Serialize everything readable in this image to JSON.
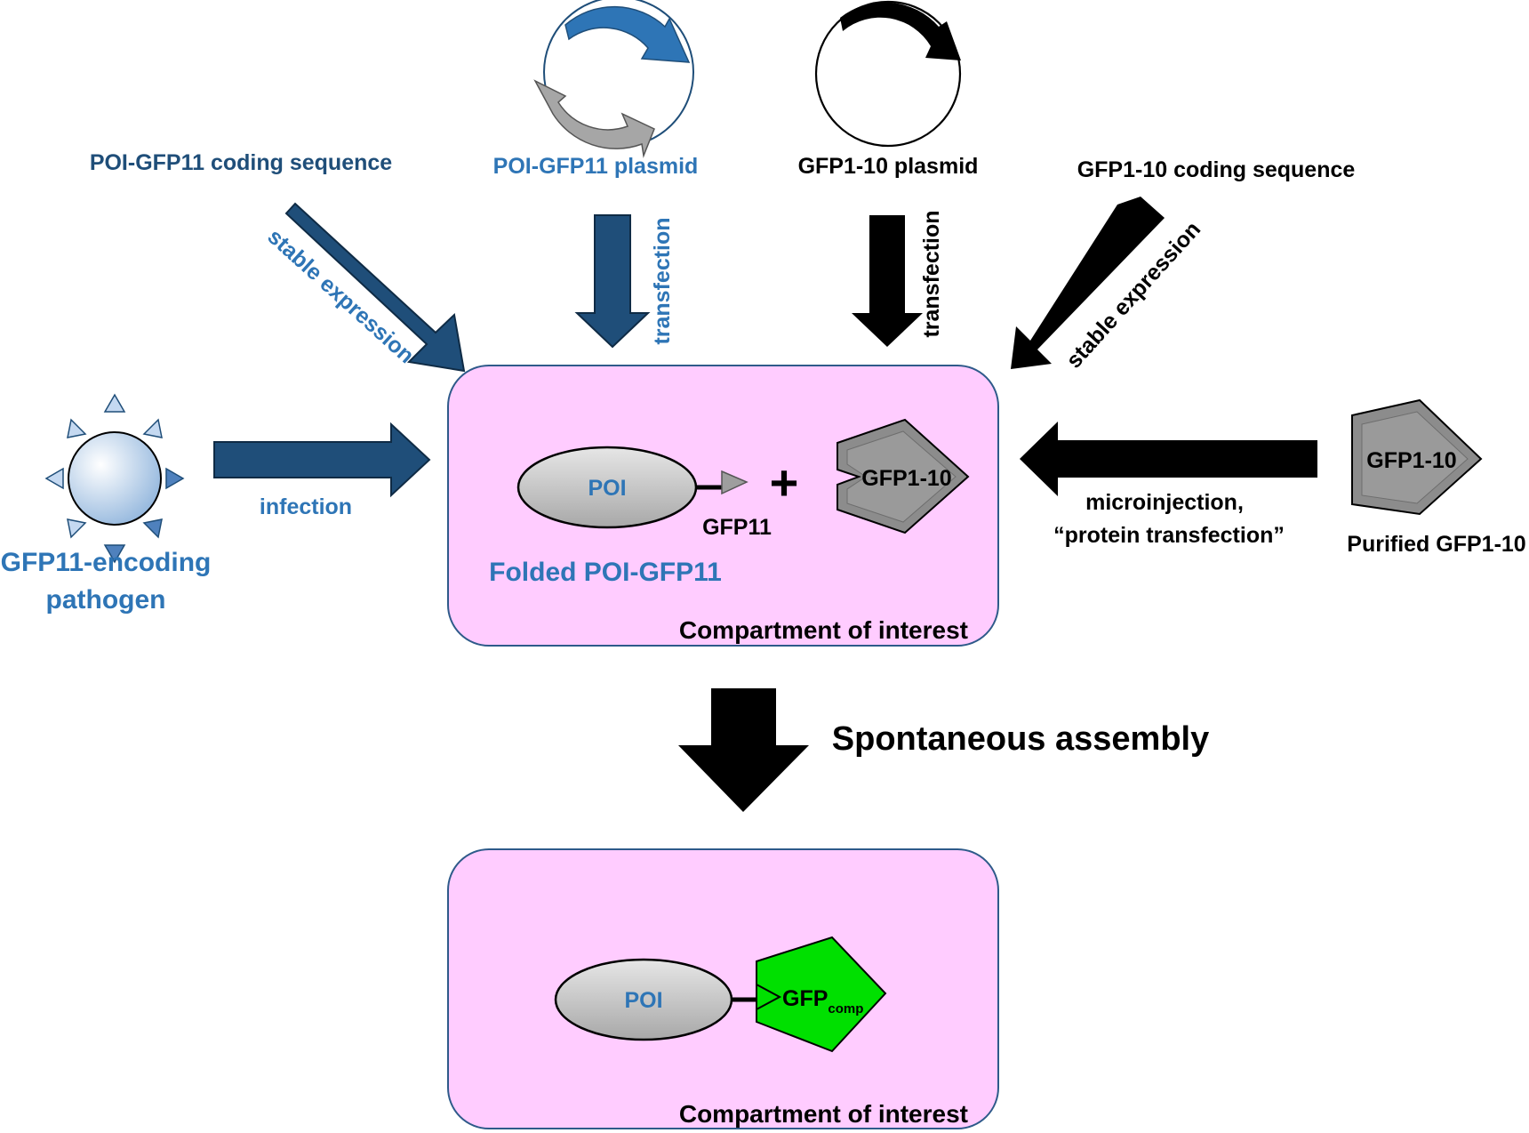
{
  "colors": {
    "dark_blue": "#1f4e79",
    "light_blue": "#2e75b6",
    "black": "#000000",
    "compartment_fill": "#ffccff",
    "compartment_stroke": "#2e5a8a",
    "gray": "#9e9e9e",
    "green": "#00e000"
  },
  "sources": {
    "poi_coding": "POI-GFP11 coding sequence",
    "poi_plasmid": "POI-GFP11 plasmid",
    "gfp110_plasmid": "GFP1-10 plasmid",
    "gfp110_coding": "GFP1-10 coding sequence",
    "pathogen_line1": "GFP11-encoding",
    "pathogen_line2": "pathogen",
    "purified": "Purified GFP1-10",
    "purified_shape_label": "GFP1-10"
  },
  "arrows": {
    "stable_expression_left": "stable expression",
    "transfection_left": "transfection",
    "transfection_right": "transfection",
    "stable_expression_right": "stable expression",
    "infection": "infection",
    "microinjection_line1": "microinjection,",
    "microinjection_line2": "“protein transfection”",
    "assembly": "Spontaneous assembly"
  },
  "compartment_top": {
    "poi": "POI",
    "gfp11": "GFP11",
    "plus": "+",
    "gfp110": "GFP1-10",
    "folded": "Folded POI-GFP11",
    "caption": "Compartment of interest"
  },
  "compartment_bottom": {
    "poi": "POI",
    "gfp_main": "GFP",
    "gfp_sub": "comp",
    "caption": "Compartment of interest"
  }
}
